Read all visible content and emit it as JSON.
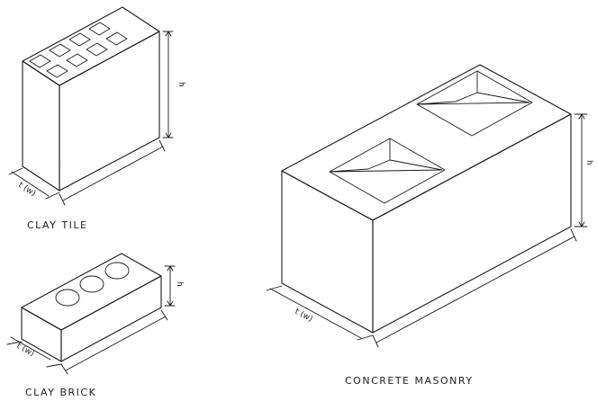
{
  "labels": {
    "clay_tile": "CLAY TILE",
    "clay_brick": "CLAY BRICK",
    "concrete_masonry": "CONCRETE MASONRY"
  },
  "dimensions": {
    "height": "h",
    "thickness": "t (w)"
  },
  "colors": {
    "line": "#1a1a1a",
    "background": "#ffffff"
  }
}
